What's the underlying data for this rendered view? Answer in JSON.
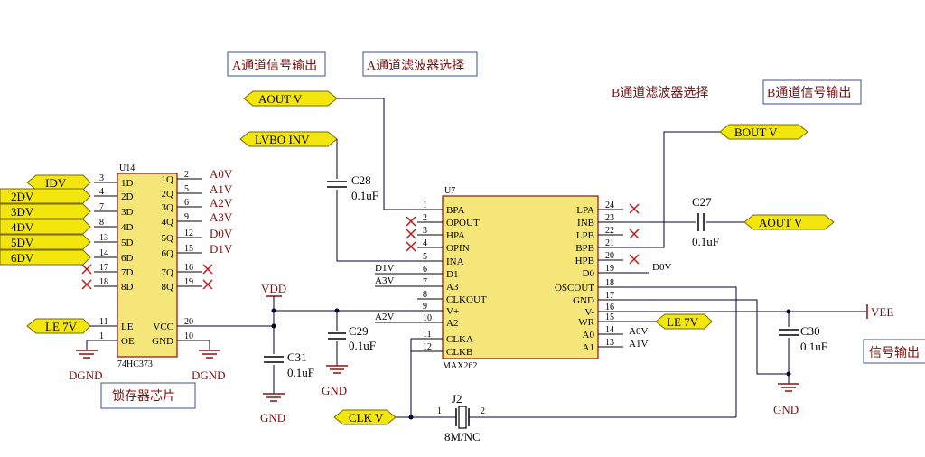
{
  "annotations": {
    "a_signal_out": "A通道信号输出",
    "a_filter_select": "A通道滤波器选择",
    "b_filter_select": "B通道滤波器选择",
    "b_signal_out": "B通道信号输出",
    "latch_chip": "锁存器芯片",
    "signal_out_partial": "信号输出"
  },
  "net_ports": {
    "aout_top": "AOUT V",
    "lvbo_inv": "LVBO INV",
    "bout": "BOUT V",
    "aout_right": "AOUT V",
    "idv": "IDV",
    "d2v": "2DV",
    "d3v": "3DV",
    "d4v": "4DV",
    "d5v": "5DV",
    "d6v": "6DV",
    "le_left": "LE 7V",
    "le_right": "LE 7V",
    "clk": "CLK V"
  },
  "u14": {
    "ref": "U14",
    "part": "74HC373",
    "left_pins": [
      {
        "num": "3",
        "name": "1D"
      },
      {
        "num": "4",
        "name": "2D"
      },
      {
        "num": "7",
        "name": "3D"
      },
      {
        "num": "8",
        "name": "4D"
      },
      {
        "num": "13",
        "name": "5D"
      },
      {
        "num": "14",
        "name": "6D"
      },
      {
        "num": "17",
        "name": "7D"
      },
      {
        "num": "18",
        "name": "8D"
      },
      {
        "num": "11",
        "name": "LE"
      },
      {
        "num": "1",
        "name": "OE"
      }
    ],
    "right_pins": [
      {
        "num": "2",
        "name": "1Q"
      },
      {
        "num": "5",
        "name": "2Q"
      },
      {
        "num": "6",
        "name": "3Q"
      },
      {
        "num": "9",
        "name": "4Q"
      },
      {
        "num": "12",
        "name": "5Q"
      },
      {
        "num": "15",
        "name": "6Q"
      },
      {
        "num": "16",
        "name": "7Q"
      },
      {
        "num": "19",
        "name": "8Q"
      },
      {
        "num": "20",
        "name": "VCC"
      },
      {
        "num": "10",
        "name": "GND"
      }
    ],
    "q_nets": [
      "A0V",
      "A1V",
      "A2V",
      "A3V",
      "D0V",
      "D1V"
    ]
  },
  "u7": {
    "ref": "U7",
    "part": "MAX262",
    "left_pins": [
      {
        "num": "1",
        "name": "BPA"
      },
      {
        "num": "2",
        "name": "OPOUT"
      },
      {
        "num": "3",
        "name": "HPA"
      },
      {
        "num": "4",
        "name": "OPIN"
      },
      {
        "num": "5",
        "name": "INA"
      },
      {
        "num": "6",
        "name": "D1"
      },
      {
        "num": "7",
        "name": "A3"
      },
      {
        "num": "8",
        "name": "CLKOUT"
      },
      {
        "num": "9",
        "name": "V+"
      },
      {
        "num": "10",
        "name": "A2"
      },
      {
        "num": "11",
        "name": "CLKA"
      },
      {
        "num": "12",
        "name": "CLKB"
      }
    ],
    "right_pins": [
      {
        "num": "24",
        "name": "LPA"
      },
      {
        "num": "23",
        "name": "INB"
      },
      {
        "num": "22",
        "name": "LPB"
      },
      {
        "num": "21",
        "name": "BPB"
      },
      {
        "num": "20",
        "name": "HPB"
      },
      {
        "num": "19",
        "name": "D0"
      },
      {
        "num": "18",
        "name": "OSCOUT"
      },
      {
        "num": "17",
        "name": "GND"
      },
      {
        "num": "16",
        "name": "V-"
      },
      {
        "num": "15",
        "name": "WR"
      },
      {
        "num": "14",
        "name": "A0"
      },
      {
        "num": "13",
        "name": "A1"
      }
    ],
    "left_nets": {
      "d1": "D1V",
      "a3": "A3V",
      "a2": "A2V"
    },
    "right_nets": {
      "d0": "D0V",
      "a0": "A0V",
      "a1": "A1V"
    }
  },
  "caps": {
    "c28": {
      "ref": "C28",
      "value": "0.1uF"
    },
    "c27": {
      "ref": "C27",
      "value": "0.1uF"
    },
    "c29": {
      "ref": "C29",
      "value": "0.1uF"
    },
    "c31": {
      "ref": "C31",
      "value": "0.1uF"
    },
    "c30": {
      "ref": "C30",
      "value": "0.1uF"
    }
  },
  "crystal": {
    "ref": "J2",
    "value": "8M/NC",
    "pin1": "1",
    "pin2": "2"
  },
  "power": {
    "vdd": "VDD",
    "vee": "VEE",
    "dgnd": "DGND",
    "gnd": "GND"
  }
}
